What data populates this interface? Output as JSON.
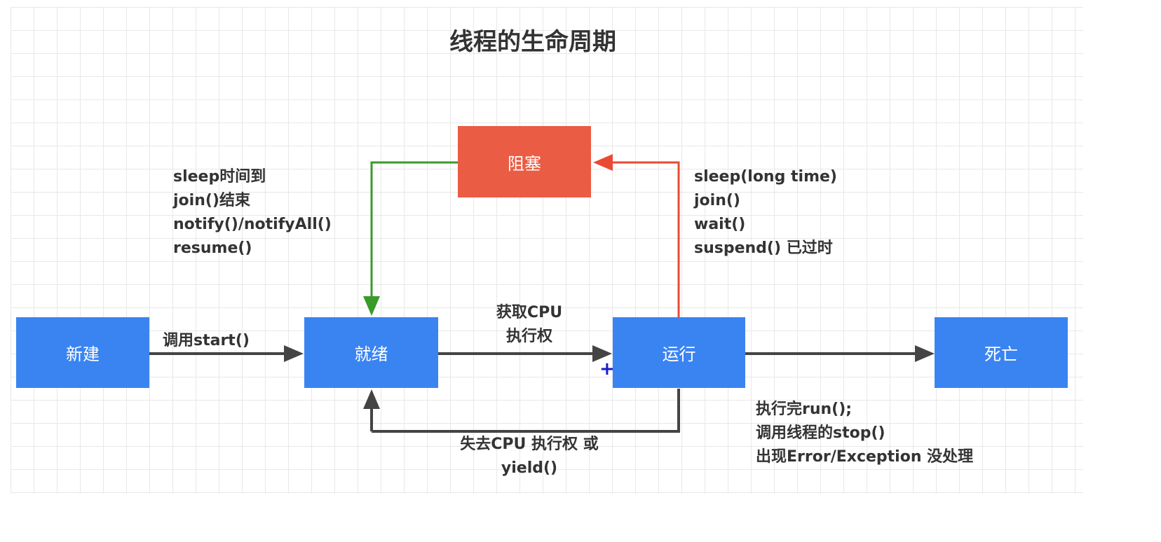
{
  "title": "线程的生命周期",
  "colors": {
    "state_blue": "#3a84f2",
    "blocked_red": "#ea5c44",
    "arrow_dark": "#444444",
    "arrow_green": "#3a9a2a",
    "arrow_red": "#ea4a35"
  },
  "states": {
    "new": "新建",
    "ready": "就绪",
    "running": "运行",
    "blocked": "阻塞",
    "dead": "死亡"
  },
  "transitions": {
    "new_to_ready": "调用start()",
    "ready_to_running": [
      "获取CPU",
      "执行权"
    ],
    "running_to_ready": [
      "失去CPU 执行权 或",
      "yield()"
    ],
    "running_to_blocked": [
      "sleep(long time)",
      "join()",
      "wait()",
      "suspend() 已过时"
    ],
    "blocked_to_ready": [
      "sleep时间到",
      "join()结束",
      "notify()/notifyAll()",
      "resume()"
    ],
    "running_to_dead": [
      "执行完run();",
      "调用线程的stop()",
      "出现Error/Exception 没处理"
    ]
  },
  "cursor_glyph": "+"
}
